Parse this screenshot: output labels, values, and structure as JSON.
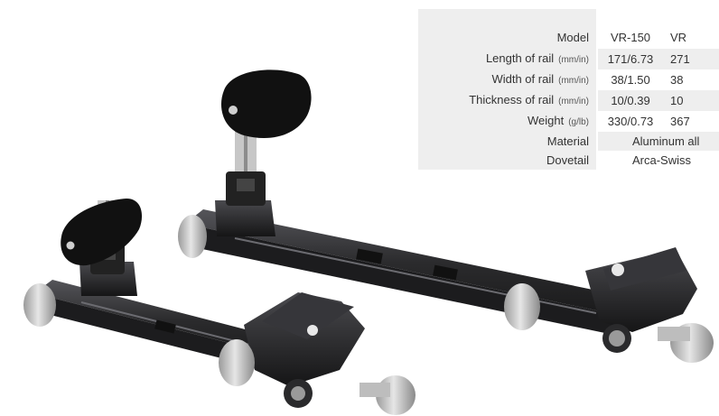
{
  "spec_table": {
    "header": {
      "label": "Model",
      "col1": "VR-150",
      "col2": "VR"
    },
    "rows": [
      {
        "label": "Length of rail",
        "unit": "(mm/in)",
        "col1": "171/6.73",
        "col2": "271"
      },
      {
        "label": "Width of rail",
        "unit": "(mm/in)",
        "col1": "38/1.50",
        "col2": "38"
      },
      {
        "label": "Thickness of rail",
        "unit": "(mm/in)",
        "col1": "10/0.39",
        "col2": "10"
      },
      {
        "label": "Weight",
        "unit": "(g/lb)",
        "col1": "330/0.73",
        "col2": "367"
      },
      {
        "label": "Material",
        "merged": "Aluminum all"
      },
      {
        "label": "Dovetail",
        "merged": "Arca-Swiss"
      }
    ]
  },
  "colors": {
    "rail": "#2b2b2d",
    "rail_highlight": "#5a5a5e",
    "knob": "#c9c9c9",
    "table_stripe": "#eeeeee",
    "text": "#333333"
  }
}
